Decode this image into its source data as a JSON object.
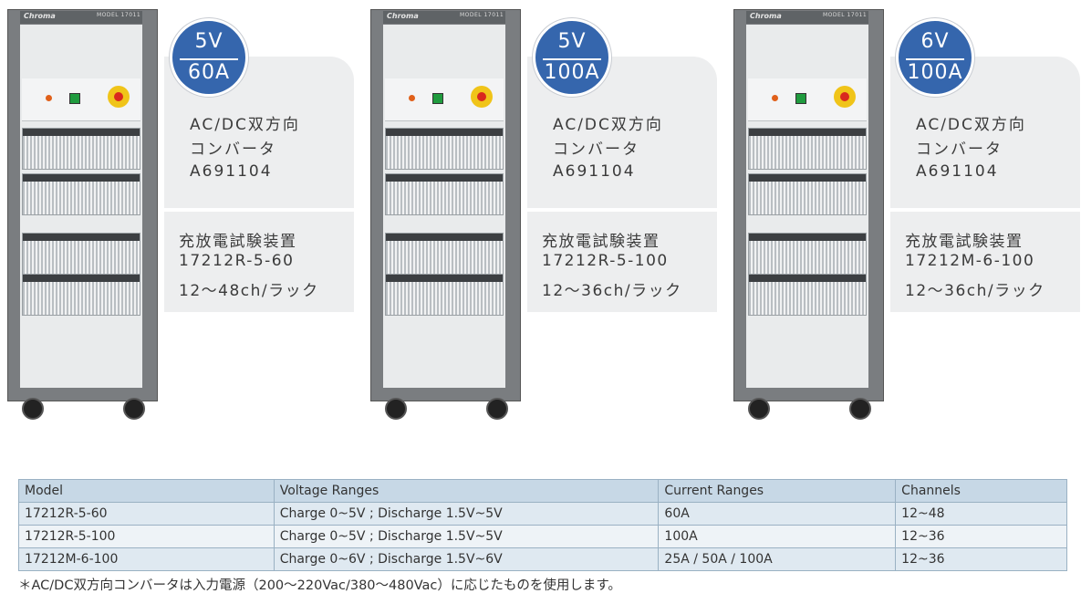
{
  "products": [
    {
      "badge": {
        "voltage": "5V",
        "current": "60A"
      },
      "converter": {
        "line1": "AC/DC双方向",
        "line2": "コンバータ",
        "model": "A691104"
      },
      "tester": {
        "name": "充放電試験装置",
        "model": "17212R-5-60",
        "channels": "12～48ch/ラック"
      }
    },
    {
      "badge": {
        "voltage": "5V",
        "current": "100A"
      },
      "converter": {
        "line1": "AC/DC双方向",
        "line2": "コンバータ",
        "model": "A691104"
      },
      "tester": {
        "name": "充放電試験装置",
        "model": "17212R-5-100",
        "channels": "12～36ch/ラック"
      }
    },
    {
      "badge": {
        "voltage": "6V",
        "current": "100A"
      },
      "converter": {
        "line1": "AC/DC双方向",
        "line2": "コンバータ",
        "model": "A691104"
      },
      "tester": {
        "name": "充放電試験装置",
        "model": "17212M-6-100",
        "channels": "12～36ch/ラック"
      }
    }
  ],
  "rack_labels": {
    "brand": "Chroma",
    "model_plate": "MODEL 17011"
  },
  "table": {
    "headers": [
      "Model",
      "Voltage Ranges",
      "Current Ranges",
      "Channels"
    ],
    "rows": [
      [
        "17212R-5-60",
        "Charge 0~5V ; Discharge 1.5V~5V",
        "60A",
        "12~48"
      ],
      [
        "17212R-5-100",
        "Charge 0~5V ; Discharge 1.5V~5V",
        "100A",
        "12~36"
      ],
      [
        "17212M-6-100",
        "Charge 0~6V ; Discharge 1.5V~6V",
        "25A / 50A / 100A",
        "12~36"
      ]
    ]
  },
  "footnote": "＊AC/DC双方向コンバータは入力電源（200～220Vac/380～480Vac）に応じたものを使用します。",
  "colors": {
    "badge": "#3566ad",
    "panel": "#edeeef",
    "table_header": "#c7d8e6",
    "table_border": "#9ab1c3"
  }
}
